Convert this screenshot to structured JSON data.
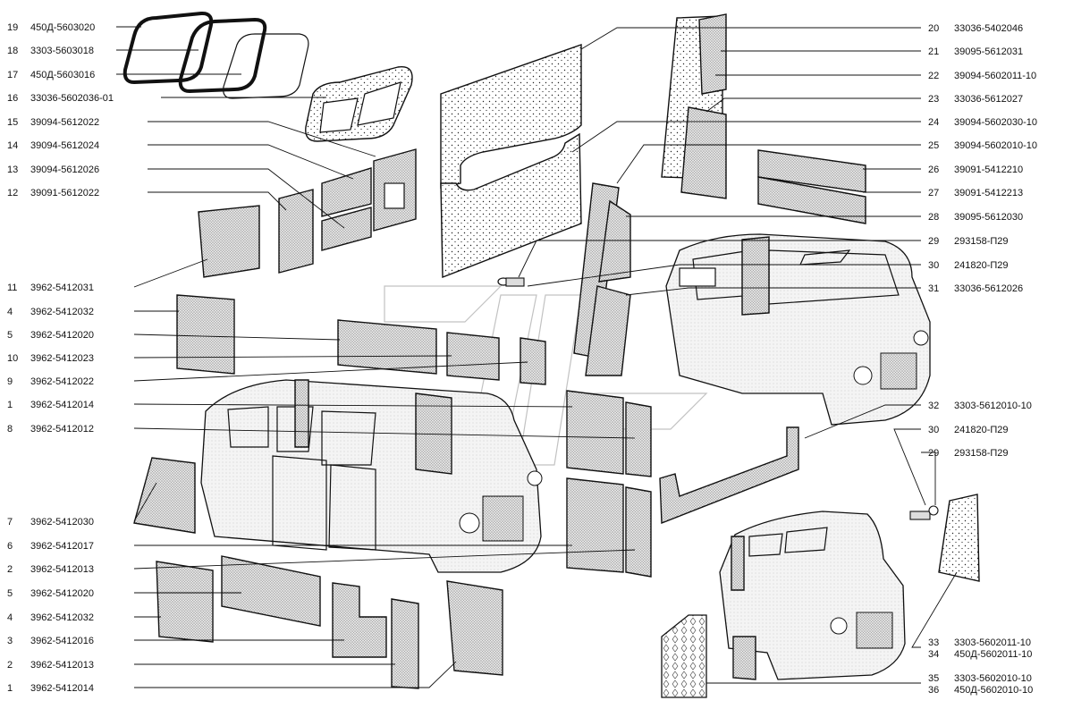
{
  "callouts_left": [
    {
      "num": "19",
      "code": "450Д-5603020"
    },
    {
      "num": "18",
      "code": "3303-5603018"
    },
    {
      "num": "17",
      "code": "450Д-5603016"
    },
    {
      "num": "16",
      "code": "33036-5602036-01"
    },
    {
      "num": "15",
      "code": "39094-5612022"
    },
    {
      "num": "14",
      "code": "39094-5612024"
    },
    {
      "num": "13",
      "code": "39094-5612026"
    },
    {
      "num": "12",
      "code": "39091-5612022"
    },
    {
      "num": "11",
      "code": "3962-5412031"
    },
    {
      "num": "4",
      "code": "3962-5412032"
    },
    {
      "num": "5",
      "code": "3962-5412020"
    },
    {
      "num": "10",
      "code": "3962-5412023"
    },
    {
      "num": "9",
      "code": "3962-5412022"
    },
    {
      "num": "1",
      "code": "3962-5412014"
    },
    {
      "num": "8",
      "code": "3962-5412012"
    },
    {
      "num": "7",
      "code": "3962-5412030"
    },
    {
      "num": "6",
      "code": "3962-5412017"
    },
    {
      "num": "2",
      "code": "3962-5412013"
    },
    {
      "num": "5",
      "code": "3962-5412020"
    },
    {
      "num": "4",
      "code": "3962-5412032"
    },
    {
      "num": "3",
      "code": "3962-5412016"
    },
    {
      "num": "2",
      "code": "3962-5412013"
    },
    {
      "num": "1",
      "code": "3962-5412014"
    }
  ],
  "callouts_right": [
    {
      "num": "20",
      "code": "33036-5402046"
    },
    {
      "num": "21",
      "code": "39095-5612031"
    },
    {
      "num": "22",
      "code": "39094-5602011-10"
    },
    {
      "num": "23",
      "code": "33036-5612027"
    },
    {
      "num": "24",
      "code": "39094-5602030-10"
    },
    {
      "num": "25",
      "code": "39094-5602010-10"
    },
    {
      "num": "26",
      "code": "39091-5412210"
    },
    {
      "num": "27",
      "code": "39091-5412213"
    },
    {
      "num": "28",
      "code": "39095-5612030"
    },
    {
      "num": "29",
      "code": "293158-П29"
    },
    {
      "num": "30",
      "code": "241820-П29"
    },
    {
      "num": "31",
      "code": "33036-5612026"
    },
    {
      "num": "32",
      "code": "3303-5612010-10"
    },
    {
      "num": "30",
      "code": "241820-П29"
    },
    {
      "num": "29",
      "code": "293158-П29"
    },
    {
      "num": "33",
      "code": "3303-5602011-10"
    },
    {
      "num": "34",
      "code": "450Д-5602011-10"
    },
    {
      "num": "35",
      "code": "3303-5602010-10"
    },
    {
      "num": "36",
      "code": "450Д-5602010-10"
    }
  ]
}
